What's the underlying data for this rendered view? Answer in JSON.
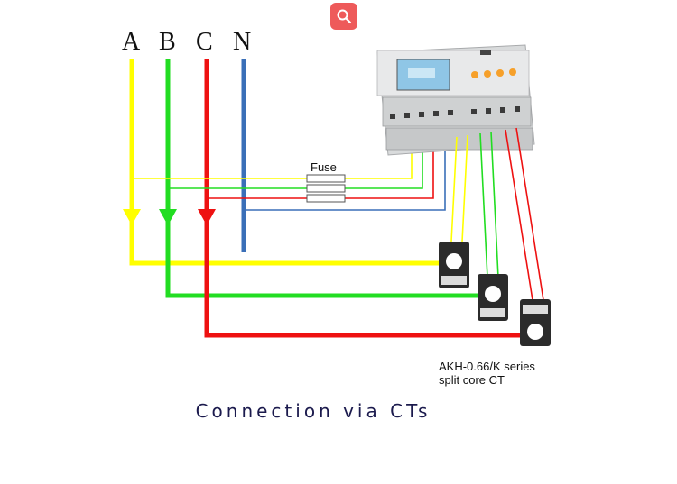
{
  "toolbar": {
    "search_icon": "search-icon"
  },
  "diagram": {
    "phases": [
      "A",
      "B",
      "C",
      "N"
    ],
    "fuse_label": "Fuse",
    "ct_label_line1": "AKH-0.66/K  series",
    "ct_label_line2": "split core CT",
    "caption": "Connection via CTs",
    "colors": {
      "A": "#ffff00",
      "B": "#22dd22",
      "C": "#ee1111",
      "N": "#3a6fb8"
    }
  }
}
